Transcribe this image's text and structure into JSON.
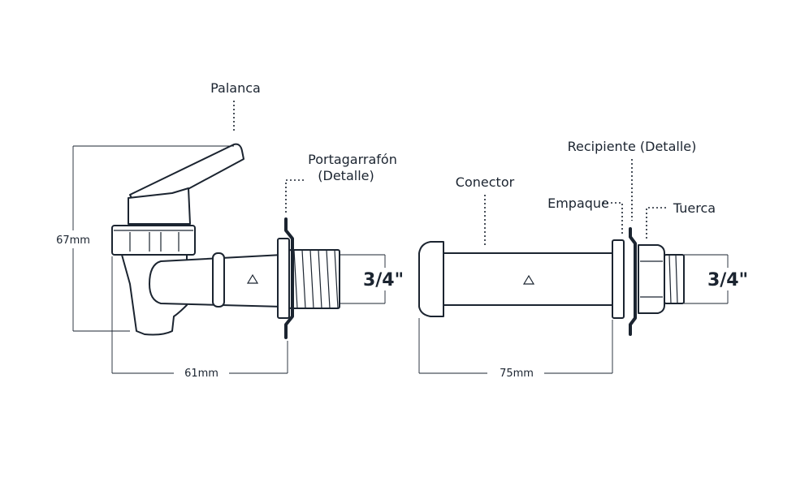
{
  "left_component": {
    "labels": {
      "lever": "Palanca",
      "bottle_holder": "Portagarrafón",
      "bottle_holder_detail": "(Detalle)"
    },
    "dimensions": {
      "height": "67mm",
      "length": "61mm",
      "thread": "3/4\""
    }
  },
  "right_component": {
    "labels": {
      "connector": "Conector",
      "container": "Recipiente (Detalle)",
      "gasket": "Empaque",
      "nut": "Tuerca"
    },
    "dimensions": {
      "length": "75mm",
      "thread": "3/4\""
    }
  },
  "colors": {
    "line": "#1b2430",
    "fill": "#ffffff"
  }
}
